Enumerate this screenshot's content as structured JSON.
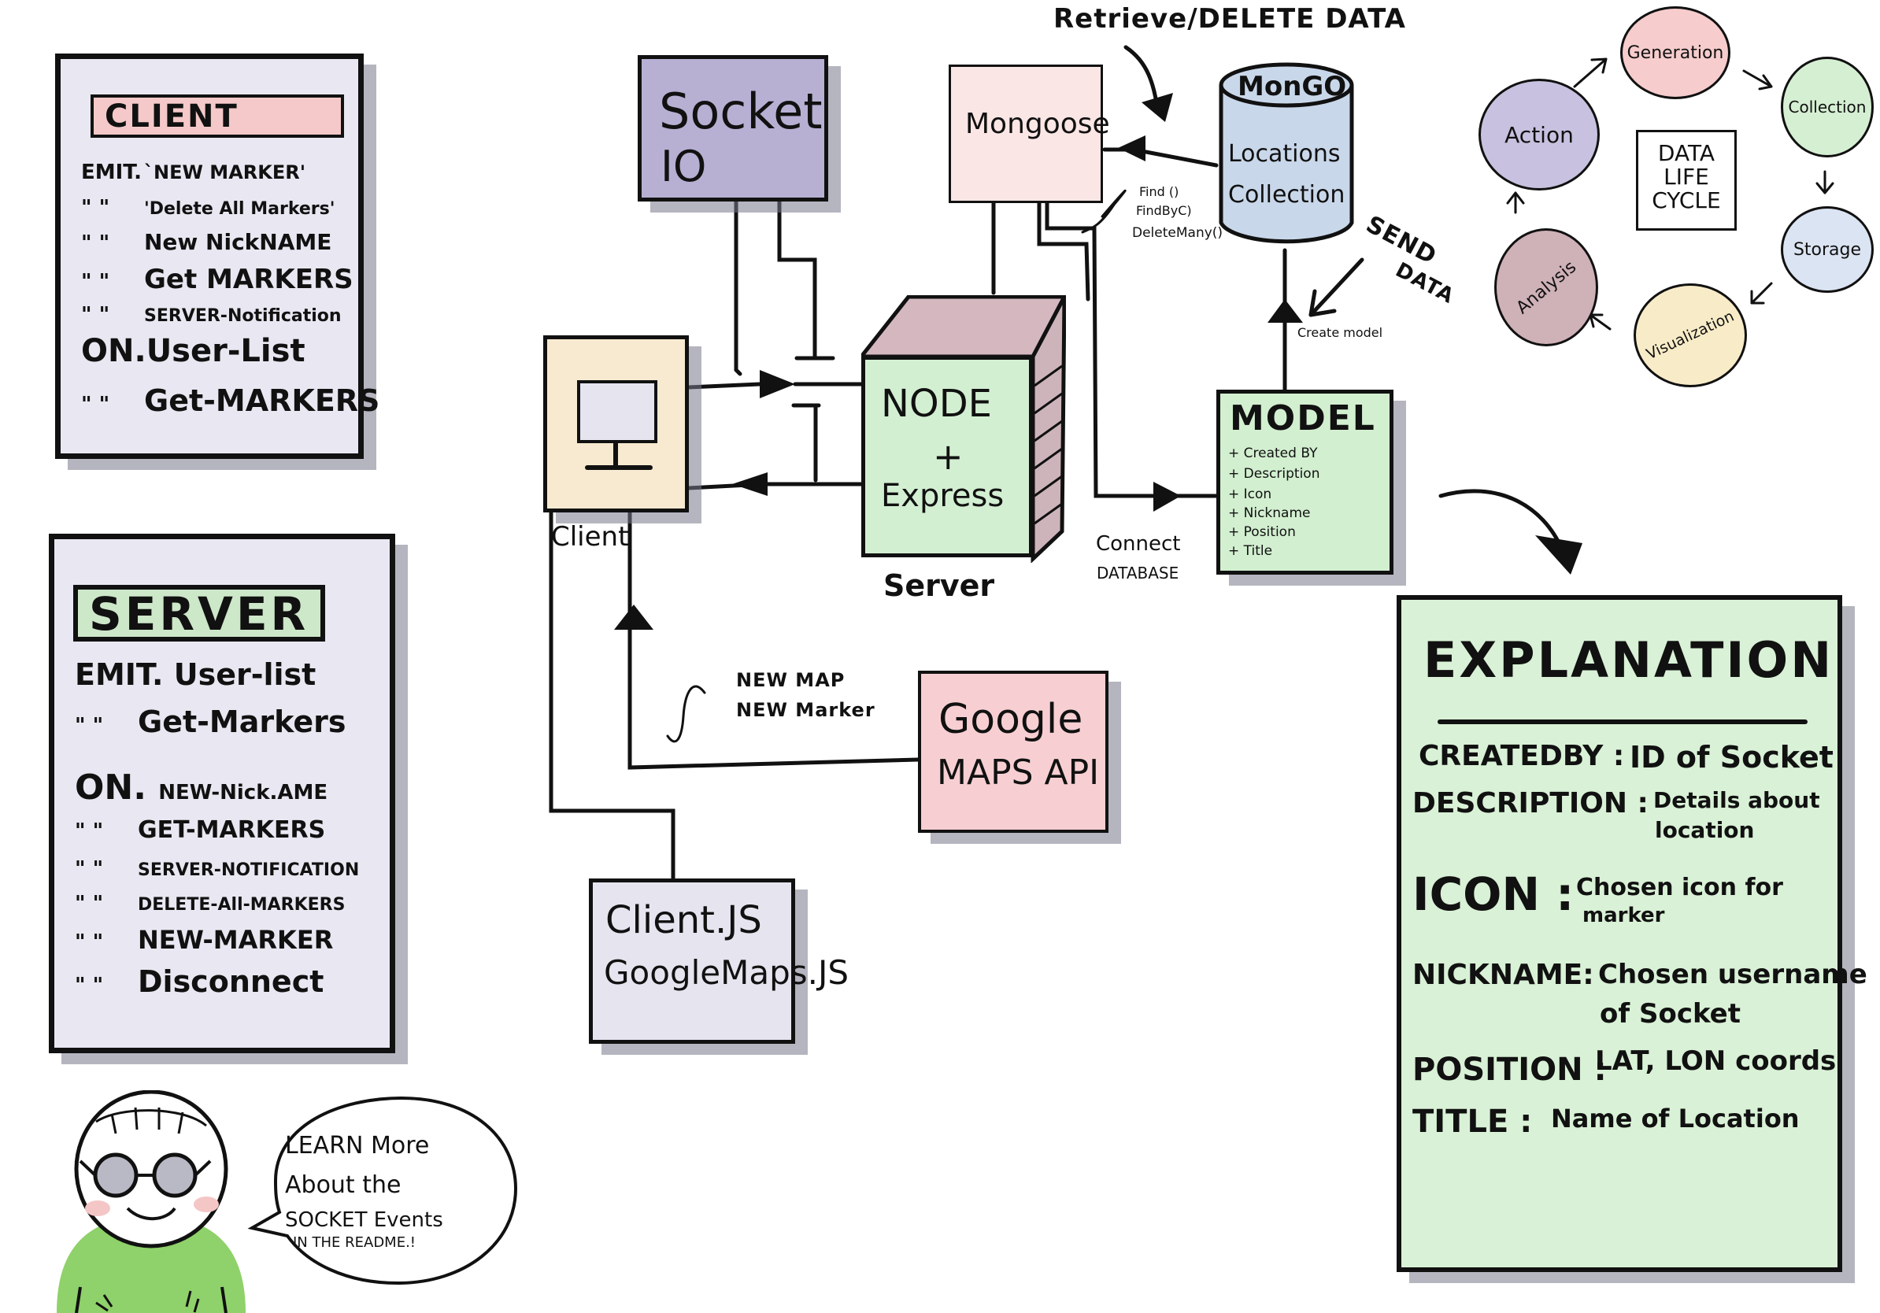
{
  "client_card": {
    "title": "CLIENT",
    "events": [
      {
        "prefix": "EMIT.",
        "name": "`NEW MARKER'"
      },
      {
        "prefix": "\" \"",
        "name": "'Delete All Markers'"
      },
      {
        "prefix": "\" \"",
        "name": "New NickNAME"
      },
      {
        "prefix": "\" \"",
        "name": "Get MARKERS"
      },
      {
        "prefix": "\" \"",
        "name": "SERVER-Notification"
      },
      {
        "prefix": "ON.",
        "name": "User-List"
      },
      {
        "prefix": "\" \"",
        "name": "Get-MARKERS"
      }
    ]
  },
  "server_card": {
    "title": "SERVER",
    "events": [
      {
        "prefix": "EMIT.",
        "name": "User-list"
      },
      {
        "prefix": "\" \"",
        "name": "Get-Markers"
      },
      {
        "prefix": "ON.",
        "name": "NEW-Nick.AME"
      },
      {
        "prefix": "\" \"",
        "name": "GET-MARKERS"
      },
      {
        "prefix": "\" \"",
        "name": "SERVER-NOTIFICATION"
      },
      {
        "prefix": "\" \"",
        "name": "DELETE-All-MARKERS"
      },
      {
        "prefix": "\" \"",
        "name": "NEW-MARKER"
      },
      {
        "prefix": "\" \"",
        "name": "Disconnect"
      }
    ]
  },
  "nodes": {
    "socket_line1": "Socket",
    "socket_line2": "IO",
    "mongoose": "Mongoose",
    "mongo_title": "MonGO",
    "mongo_line1": "Locations",
    "mongo_line2": "Collection",
    "client_label": "Client",
    "server_line1": "NODE",
    "server_line2": "+",
    "server_line3": "Express",
    "server_label": "Server",
    "gmaps_line1": "Google",
    "gmaps_line2": "MAPS API",
    "clientjs_line1": "Client.JS",
    "clientjs_line2": "GoogleMaps.JS"
  },
  "model": {
    "title": "MODEL",
    "attributes": [
      "+ Created BY",
      "+ Description",
      "+ Icon",
      "+ Nickname",
      "+ Position",
      "+ Title"
    ]
  },
  "annotations": {
    "retrieve": "Retrieve/DELETE DATA",
    "send_line1": "SEND",
    "send_line2": "DATA",
    "create_model": "Create model",
    "find1": "Find ()",
    "find2": "FindByC)",
    "find3": "DeleteMany()",
    "connect_line1": "Connect",
    "connect_line2": "DATABASE",
    "gmaps_f": "f",
    "gmaps_fn1": "NEW MAP",
    "gmaps_fn2": "NEW Marker",
    "mongoose_f": "f"
  },
  "explanation": {
    "title": "EXPLANATION",
    "rows": [
      {
        "key": "CREATEDBY :",
        "desc1": "ID of Socket",
        "desc2": ""
      },
      {
        "key": "DESCRIPTION :",
        "desc1": "Details about",
        "desc2": "location"
      },
      {
        "key": "ICON :",
        "desc1": "Chosen icon for",
        "desc2": "marker"
      },
      {
        "key": "NICKNAME:",
        "desc1": "Chosen username",
        "desc2": "of Socket"
      },
      {
        "key": "POSITION :",
        "desc1": "LAT, LON coords",
        "desc2": ""
      },
      {
        "key": "TITLE :",
        "desc1": "Name of Location",
        "desc2": ""
      }
    ]
  },
  "life_cycle": {
    "center_line1": "DATA",
    "center_line2": "LIFE",
    "center_line3": "CYCLE",
    "stages": [
      "Generation",
      "Collection",
      "Storage",
      "Visualization",
      "Analysis",
      "Action"
    ],
    "colors": {
      "Generation": "#f6cccc",
      "Collection": "#d5efd2",
      "Storage": "#dbe4f2",
      "Visualization": "#f8ecc8",
      "Analysis": "#cfb1b8",
      "Action": "#c8c2e0"
    }
  },
  "bubble": {
    "line1": "LEARN More",
    "line2": "About the",
    "line3": "SOCKET Events",
    "line4": "IN THE README.!"
  }
}
